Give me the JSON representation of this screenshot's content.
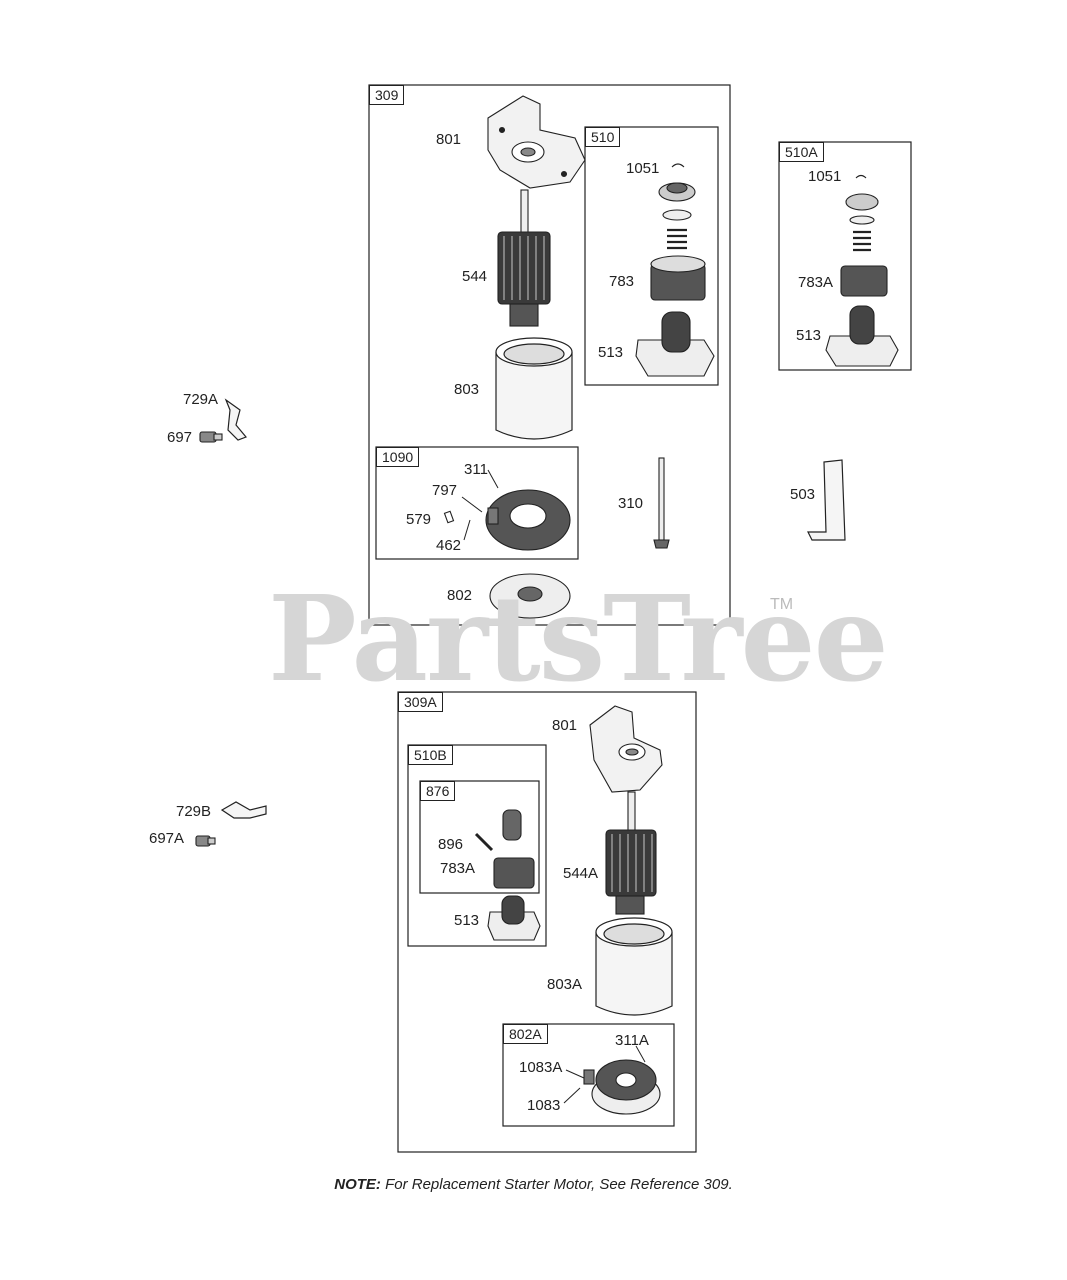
{
  "watermark": {
    "brand": "PartsTree",
    "tm": "TM"
  },
  "note": {
    "prefix": "NOTE:",
    "text": " For Replacement Starter Motor, See Reference 309."
  },
  "groups": {
    "g309": "309",
    "g510": "510",
    "g510A": "510A",
    "g1090": "1090",
    "g309A": "309A",
    "g510B": "510B",
    "g876": "876",
    "g802A": "802A"
  },
  "labels": {
    "p801": "801",
    "p544": "544",
    "p803": "803",
    "p1051": "1051",
    "p783": "783",
    "p513": "513",
    "p311": "311",
    "p797": "797",
    "p579": "579",
    "p462": "462",
    "p310": "310",
    "p802": "802",
    "p1051b": "1051",
    "p783A": "783A",
    "p513b": "513",
    "p729A": "729A",
    "p697": "697",
    "p503": "503",
    "p801b": "801",
    "p896": "896",
    "p783Ab": "783A",
    "p513c": "513",
    "p544A": "544A",
    "p803A": "803A",
    "p311A": "311A",
    "p1083A": "1083A",
    "p1083": "1083",
    "p729B": "729B",
    "p697A": "697A"
  }
}
